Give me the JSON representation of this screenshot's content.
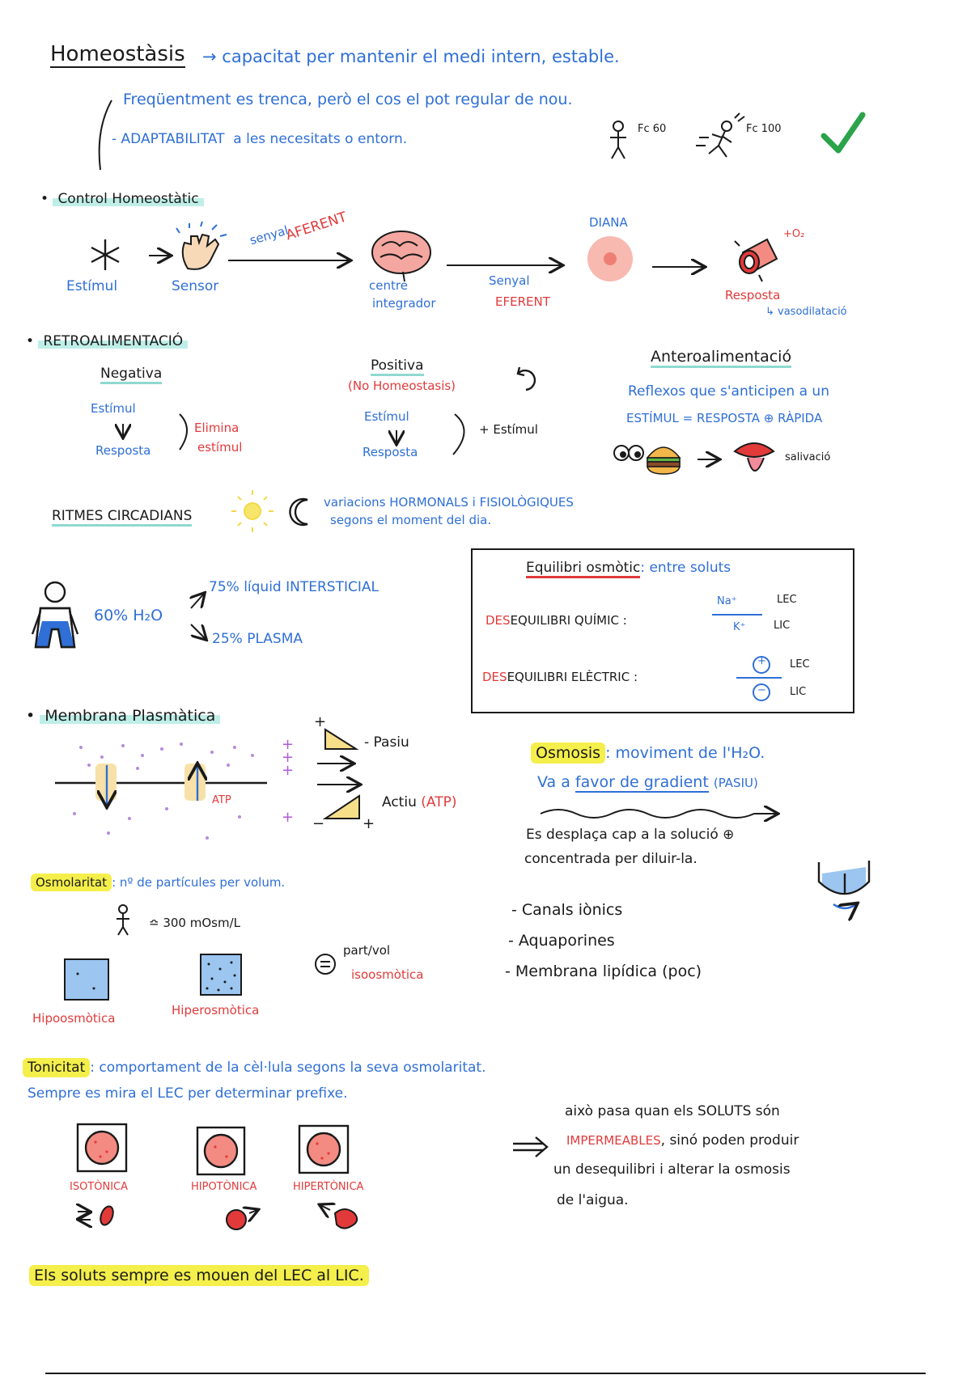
{
  "homeostasis": {
    "title": "Homeostàsis",
    "definition": "capacitat per mantenir el medi intern, estable.",
    "bullet1": "Freqüentment es trenca, però el cos el pot regular de nou.",
    "bullet2_caps": "ADAPTABILITAT",
    "bullet2_rest": "a les necesitats o entorn.",
    "fc_rest": "Fc 60",
    "fc_run": "Fc 100"
  },
  "control": {
    "heading": "Control Homeostàtic",
    "estimul": "Estímul",
    "sensor": "Sensor",
    "senyal_label": "senyal",
    "aferent": "AFERENT",
    "centre": "centre",
    "integrador": "integrador",
    "senyal2": "Senyal",
    "eferent": "EFERENT",
    "diana": "DIANA",
    "o2": "+O₂",
    "resposta": "Resposta",
    "vasodilatacio": "↳ vasodilatació"
  },
  "retro": {
    "heading": "RETROALIMENTACIÓ",
    "negativa": "Negativa",
    "neg_estimul": "Estímul",
    "neg_resposta": "Resposta",
    "elimina": "Elimina",
    "elimina2": "estímul",
    "positiva": "Positiva",
    "no_homeo": "(No Homeostasis)",
    "pos_estimul": "Estímul",
    "pos_resposta": "Resposta",
    "mes_estimul": "+ Estímul",
    "antero": "Anteroalimentació",
    "antero_l1": "Reflexos que s'anticipen a un",
    "antero_l2": "ESTÍMUL = RESPOSTA ⊕ RÀPIDA",
    "salivacio": "salivació"
  },
  "ritmes": {
    "heading": "RITMES CIRCADIANS",
    "l1": "variacions HORMONALS i FISIOLÒGIQUES",
    "l2": "segons el moment del dia."
  },
  "water": {
    "percent": "60% H₂O",
    "liquid": "75% líquid INTERSTICIAL",
    "plasma": "25% PLASMA"
  },
  "equilibri": {
    "title_a": "Equilibri osmòtic",
    "title_b": ": entre soluts",
    "des": "DES",
    "quimic": "EQUILIBRI QUÍMIC :",
    "na": "Na⁺",
    "k": "K⁺",
    "lec1": "LEC",
    "lic1": "LIC",
    "electric": "EQUILIBRI ELÈCTRIC :",
    "plus": "+",
    "minus": "−",
    "lec2": "LEC",
    "lic2": "LIC"
  },
  "membrana": {
    "heading": "Membrana Plasmàtica",
    "atp": "ATP",
    "pasiu": "- Pasiu",
    "actiu": "Actiu",
    "actiu_atp": "(ATP)"
  },
  "osmosis": {
    "heading": "Osmosis",
    "def": ": moviment de l'H₂O.",
    "l2_a": "Va a",
    "l2_b": "favor de gradient",
    "l2_c": "(PASIU)",
    "l3": "Es desplaça cap a la solució ⊕",
    "l4": "concentrada per diluir-la."
  },
  "osmolaritat": {
    "heading": "Osmolaritat",
    "def": ": nº de partícules per volum.",
    "value": "≏ 300 mOsm/L",
    "hipo": "Hipoosmòtica",
    "hiper": "Hiperosmòtica",
    "part_vol": "part/vol",
    "iso": "isoosmòtica",
    "canals": "- Canals iònics",
    "aquaporines": "- Aquaporines",
    "membrana": "- Membrana lipídica (poc)"
  },
  "tonicitat": {
    "heading": "Tonicitat",
    "def": ": comportament de la cèl·lula segons la seva osmolaritat.",
    "l2": "Sempre es mira el LEC per determinar prefixe.",
    "iso": "ISOTÒNICA",
    "hipo": "HIPOTÒNICA",
    "hiper": "HIPERTÒNICA",
    "note1": "això pasa quan els SOLUTS són",
    "note2_red": "IMPERMEABLES",
    "note2_rest": ", sinó poden produir",
    "note3": "un desequilibri i alterar la osmosis",
    "note4": "de l'aigua.",
    "final": "Els soluts sempre es mouen del LEC al LIC."
  }
}
